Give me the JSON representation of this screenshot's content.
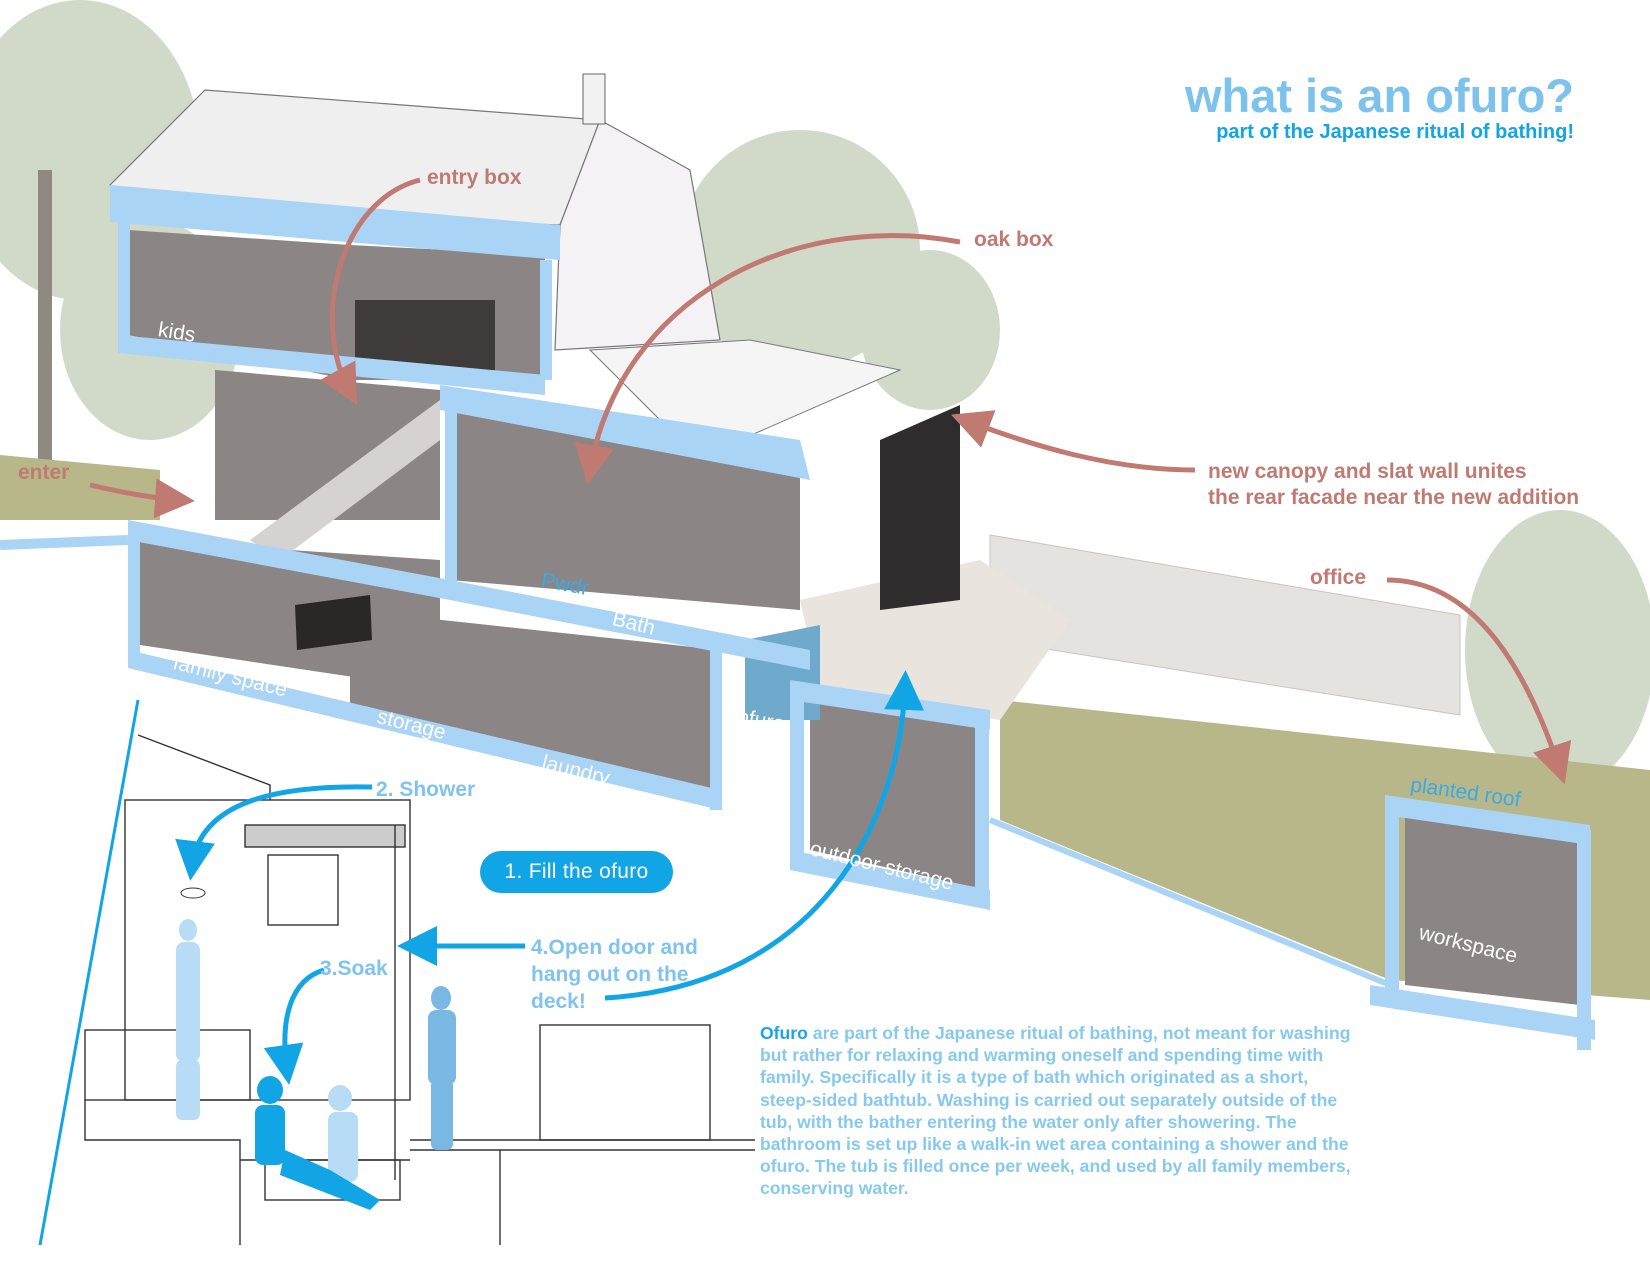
{
  "title": "what is an ofuro?",
  "subtitle": "part of the Japanese ritual of bathing!",
  "callouts": {
    "entry_box": "entry box",
    "oak_box": "oak box",
    "canopy": "new canopy and slat wall unites\nthe rear facade near the new addition",
    "office": "office",
    "enter": "enter"
  },
  "rooms": {
    "kids": "kids",
    "family_space": "family space",
    "storage": "storage",
    "laundry": "laundry",
    "pwdr": "Pwdr",
    "bath": "Bath",
    "ofuro": "ofuro",
    "outdoor_storage": "outdoor storage",
    "planted_roof": "planted roof",
    "workspace": "workspace"
  },
  "steps": {
    "fill": "1. Fill the ofuro",
    "shower": "2. Shower",
    "soak": "3.Soak",
    "deck": "4.Open door and\nhang out on the\ndeck!"
  },
  "description": {
    "lead": "Ofuro",
    "body": " are part of the Japanese ritual of bathing, not meant for washing but rather for relaxing and warming oneself and spending time with family. Specifically it is a type of bath which originated as a short, steep-sided bathtub. Washing is carried out separately outside of the tub, with the bather entering the water only after showering. The bathroom is set up like a walk-in wet area containing a shower and the ofuro. The tub is filled once per week, and used by all family members, conserving water."
  },
  "colors": {
    "section_blue": "#a9d4f5",
    "accent_blue": "#12a5e5",
    "callout_red": "#c07a72",
    "wall_grey": "#8b8585",
    "grass": "#b8b78a"
  }
}
